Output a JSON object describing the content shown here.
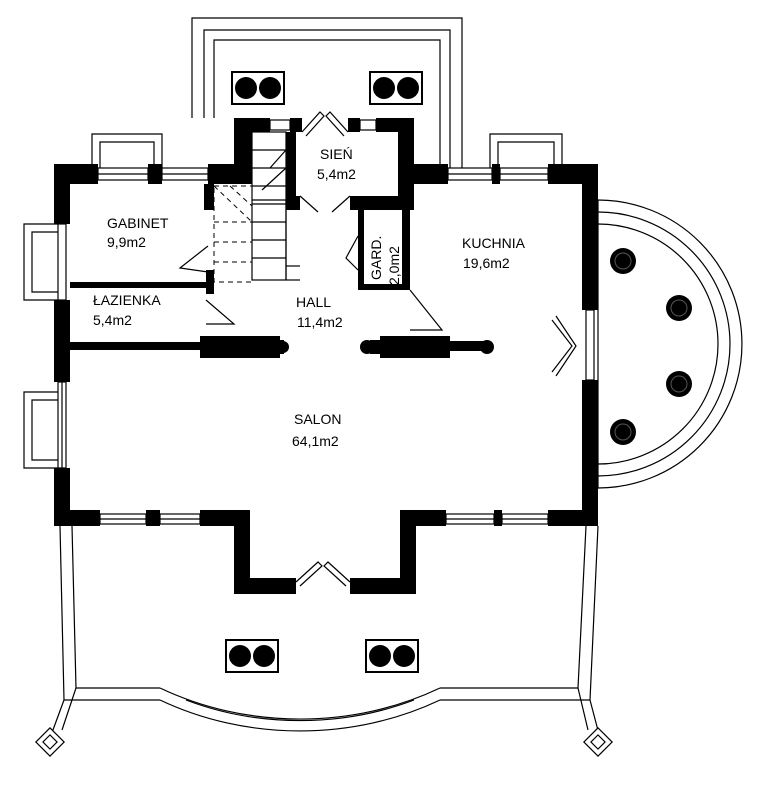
{
  "rooms": {
    "sien": {
      "name": "SIEŃ",
      "area": "5,4m2"
    },
    "gabinet": {
      "name": "GABINET",
      "area": "9,9m2"
    },
    "kuchnia": {
      "name": "KUCHNIA",
      "area": "19,6m2"
    },
    "gard": {
      "name": "GARD.",
      "area": "2,0m2"
    },
    "lazienka": {
      "name": "ŁAZIENKA",
      "area": "5,4m2"
    },
    "hall": {
      "name": "HALL",
      "area": "11,4m2"
    },
    "salon": {
      "name": "SALON",
      "area": "64,1m2"
    }
  },
  "colors": {
    "wall": "#000000",
    "background": "#ffffff"
  }
}
